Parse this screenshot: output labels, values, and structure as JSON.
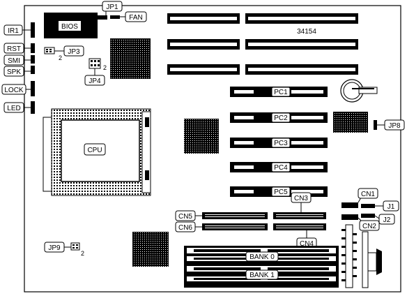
{
  "board_id": "34154",
  "components": {
    "bios": "BIOS",
    "cpu": "CPU",
    "fan": "FAN"
  },
  "connectors": {
    "ir1": "IR1",
    "rst": "RST",
    "smi": "SMI",
    "spk": "SPK",
    "lock": "LOCK",
    "led": "LED",
    "cn1": "CN1",
    "cn2": "CN2",
    "cn3": "CN3",
    "cn4": "CN4",
    "cn5": "CN5",
    "cn6": "CN6",
    "j1": "J1",
    "j2": "J2"
  },
  "jumpers": {
    "jp1": "JP1",
    "jp3": "JP3",
    "jp4": "JP4",
    "jp8": "JP8",
    "jp9": "JP9",
    "pin_mark": "2"
  },
  "slots": {
    "pci": [
      "PC1",
      "PC2",
      "PC3",
      "PC4",
      "PC5"
    ],
    "memory": [
      "BANK 0",
      "BANK 1"
    ]
  }
}
